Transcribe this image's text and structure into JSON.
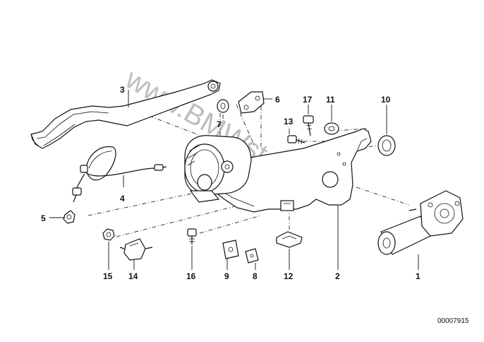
{
  "watermark": "www.BMWstore.pl",
  "diagram_id": "00007915",
  "colors": {
    "line": "#111111",
    "background": "#ffffff",
    "watermark": "#8a8a8a"
  },
  "labels": [
    {
      "id": "p1",
      "text": "1"
    },
    {
      "id": "p2",
      "text": "2"
    },
    {
      "id": "p3",
      "text": "3"
    },
    {
      "id": "p4",
      "text": "4"
    },
    {
      "id": "p5",
      "text": "5"
    },
    {
      "id": "p6",
      "text": "6"
    },
    {
      "id": "p7",
      "text": "7"
    },
    {
      "id": "p8",
      "text": "8"
    },
    {
      "id": "p9",
      "text": "9"
    },
    {
      "id": "p10",
      "text": "10"
    },
    {
      "id": "p11",
      "text": "11"
    },
    {
      "id": "p12",
      "text": "12"
    },
    {
      "id": "p13",
      "text": "13"
    },
    {
      "id": "p14",
      "text": "14"
    },
    {
      "id": "p15",
      "text": "15"
    },
    {
      "id": "p16",
      "text": "16"
    },
    {
      "id": "p17",
      "text": "17"
    }
  ]
}
